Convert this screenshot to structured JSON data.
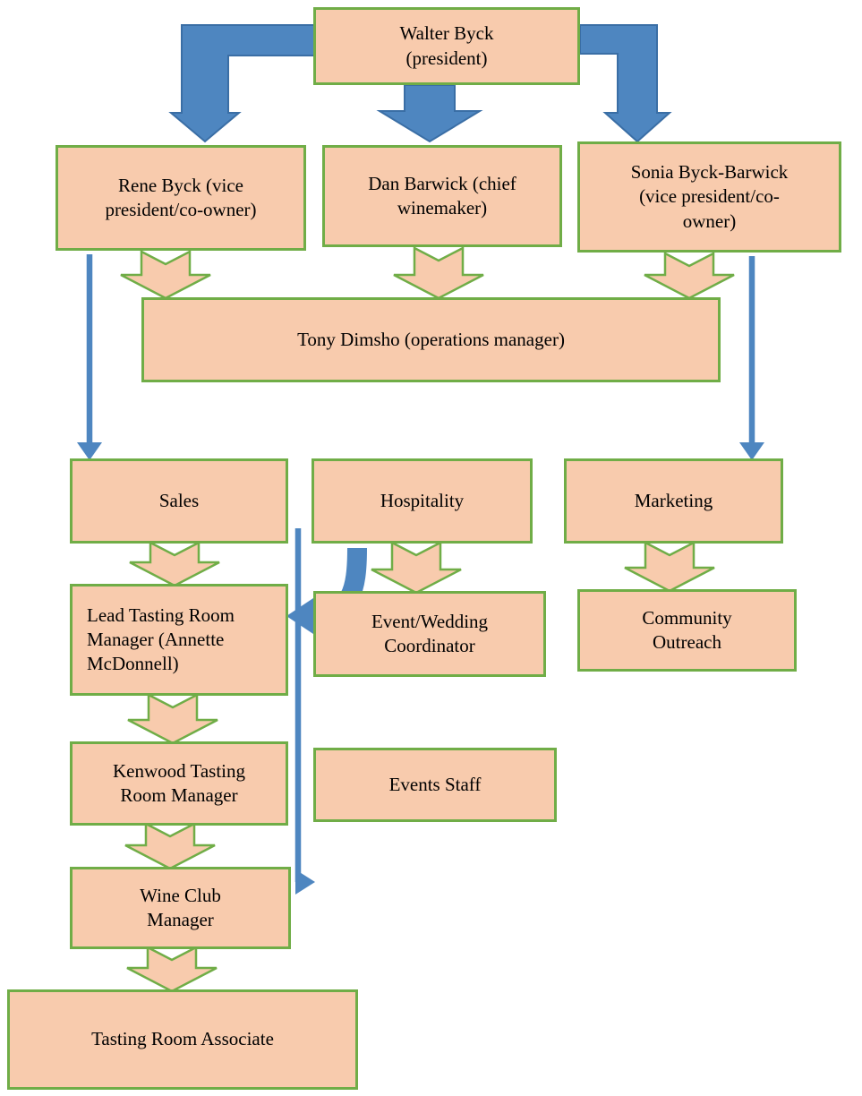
{
  "diagram": {
    "type": "org-chart",
    "colors": {
      "box_fill": "#f8cbad",
      "box_border": "#70ad47",
      "arrow_blue": "#4e86c0",
      "arrow_blue_border": "#3a6ea5"
    },
    "nodes": {
      "walter": {
        "label": "Walter Byck\n(president)"
      },
      "rene": {
        "label": "Rene Byck (vice\npresident/co-owner)"
      },
      "dan": {
        "label": "Dan Barwick (chief\nwinemaker)"
      },
      "sonia": {
        "label": "Sonia Byck-Barwick\n(vice president/co-\nowner)"
      },
      "tony": {
        "label": "Tony Dimsho (operations manager)"
      },
      "sales": {
        "label": "Sales"
      },
      "hospitality": {
        "label": "Hospitality"
      },
      "marketing": {
        "label": "Marketing"
      },
      "lead_trm": {
        "label": "Lead Tasting Room\nManager (Annette\nMcDonnell)"
      },
      "event_coord": {
        "label": "Event/Wedding\nCoordinator"
      },
      "community": {
        "label": "Community\nOutreach"
      },
      "kenwood": {
        "label": "Kenwood Tasting\nRoom Manager"
      },
      "events_staff": {
        "label": "Events Staff"
      },
      "wine_club": {
        "label": "Wine Club\nManager"
      },
      "tasting_assoc": {
        "label": "Tasting Room Associate"
      }
    },
    "edges": [
      {
        "from": "walter",
        "to": "rene",
        "style": "blue-block-arrow"
      },
      {
        "from": "walter",
        "to": "dan",
        "style": "blue-block-arrow"
      },
      {
        "from": "walter",
        "to": "sonia",
        "style": "blue-block-arrow"
      },
      {
        "from": "rene",
        "to": "tony",
        "style": "notched-down-arrow"
      },
      {
        "from": "dan",
        "to": "tony",
        "style": "notched-down-arrow"
      },
      {
        "from": "sonia",
        "to": "tony",
        "style": "notched-down-arrow"
      },
      {
        "from": "rene",
        "to": "sales",
        "style": "blue-line-arrow"
      },
      {
        "from": "sonia",
        "to": "marketing",
        "style": "blue-line-arrow"
      },
      {
        "from": "sales",
        "to": "lead_trm",
        "style": "notched-down-arrow"
      },
      {
        "from": "hospitality",
        "to": "event_coord",
        "style": "notched-down-arrow"
      },
      {
        "from": "hospitality",
        "to": "lead_trm",
        "style": "blue-curved-arrow"
      },
      {
        "from": "hospitality",
        "to": "wine_club",
        "style": "blue-line-arrow"
      },
      {
        "from": "marketing",
        "to": "community",
        "style": "notched-down-arrow"
      },
      {
        "from": "lead_trm",
        "to": "kenwood",
        "style": "notched-down-arrow"
      },
      {
        "from": "kenwood",
        "to": "wine_club",
        "style": "notched-down-arrow"
      },
      {
        "from": "wine_club",
        "to": "tasting_assoc",
        "style": "notched-down-arrow"
      }
    ]
  }
}
